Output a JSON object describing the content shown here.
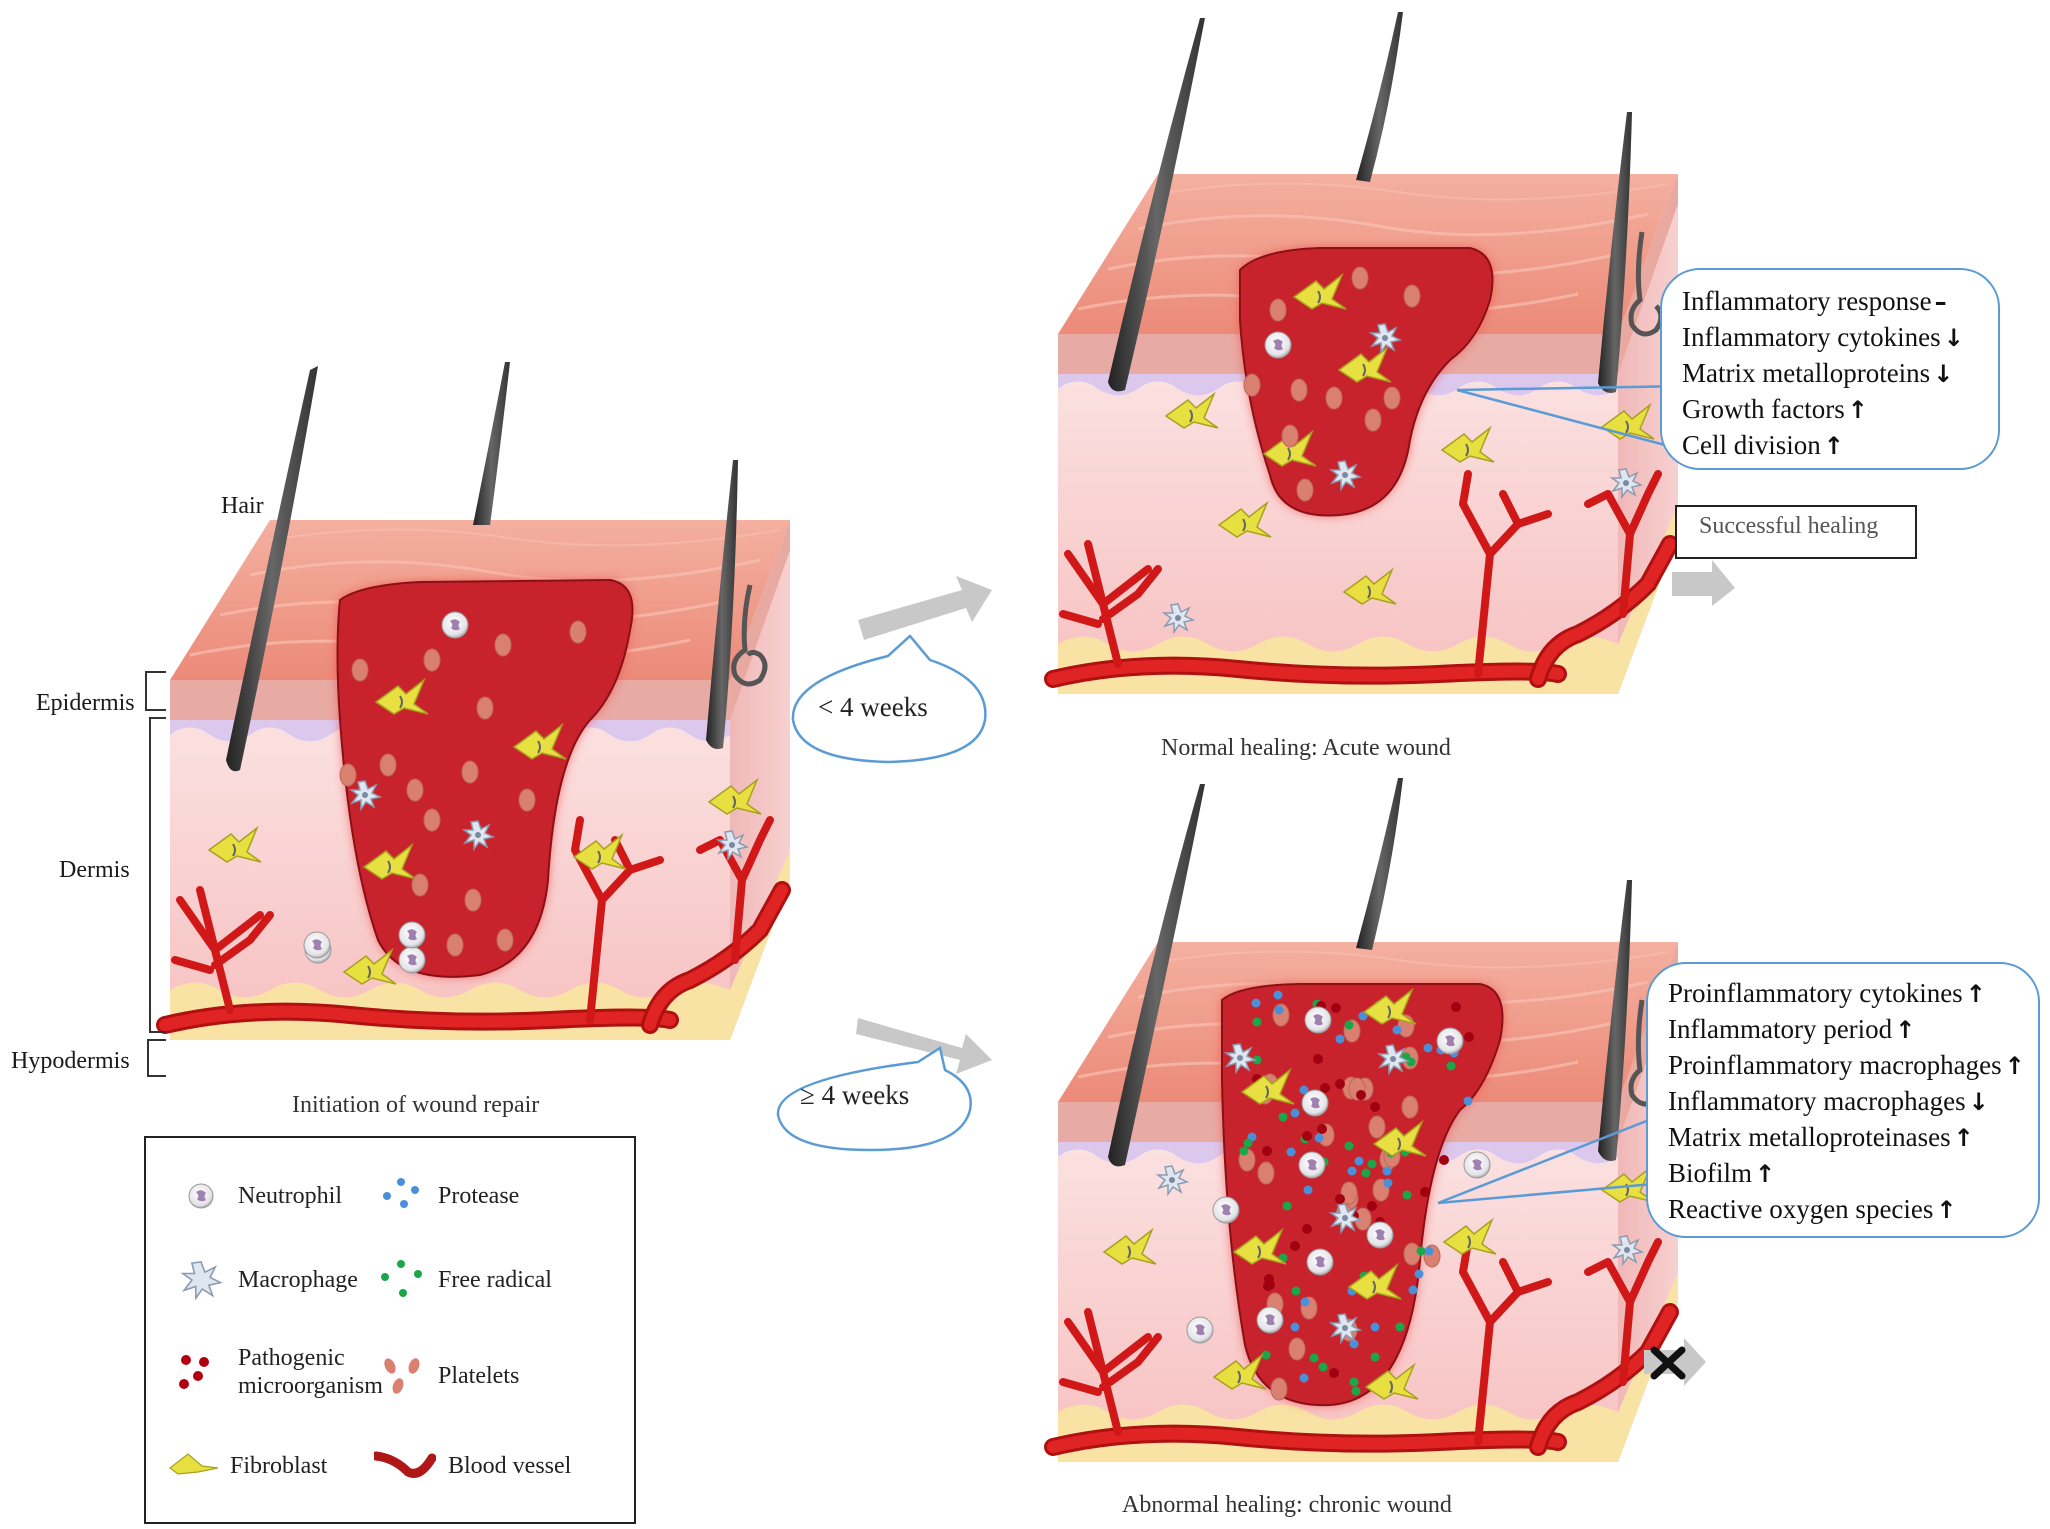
{
  "panels": {
    "initial": {
      "caption": "Initiation of wound repair",
      "hair_label": "Hair",
      "layer_labels": [
        "Epidermis",
        "Dermis",
        "Hypodermis"
      ]
    },
    "acute": {
      "caption": "Normal healing: Acute wound",
      "callout": [
        {
          "text": "Inflammatory response",
          "trend": "–"
        },
        {
          "text": "Inflammatory cytokines",
          "trend": "↓"
        },
        {
          "text": "Matrix metalloproteins",
          "trend": "↓"
        },
        {
          "text": "Growth factors",
          "trend": "↑"
        },
        {
          "text": "Cell  division",
          "trend": "↑"
        }
      ],
      "outcome": "Successful healing"
    },
    "chronic": {
      "caption": "Abnormal healing: chronic wound",
      "callout": [
        {
          "text": "Proinflammatory cytokines",
          "trend": "↑"
        },
        {
          "text": "Inflammatory period",
          "trend": "↑"
        },
        {
          "text": "Proinflammatory macrophages",
          "trend": "↑"
        },
        {
          "text": "Inflammatory macrophages",
          "trend": "↓"
        },
        {
          "text": "Matrix metalloproteinases",
          "trend": "↑"
        },
        {
          "text": "Biofilm",
          "trend": "↑"
        },
        {
          "text": "Reactive oxygen species",
          "trend": "↑"
        }
      ],
      "outcome_icon": "x-mark-icon"
    }
  },
  "transitions": {
    "short": "< 4 weeks",
    "long": "≥ 4 weeks"
  },
  "legend": {
    "items": [
      {
        "key": "neutrophil",
        "label": "Neutrophil"
      },
      {
        "key": "protease",
        "label": "Protease"
      },
      {
        "key": "macrophage",
        "label": "Macrophage"
      },
      {
        "key": "free-radical",
        "label": "Free radical"
      },
      {
        "key": "pathogen",
        "label": "Pathogenic\nmicroorganism"
      },
      {
        "key": "platelets",
        "label": "Platelets"
      },
      {
        "key": "fibroblast",
        "label": "Fibroblast"
      },
      {
        "key": "blood-vessel",
        "label": "Blood vessel"
      }
    ]
  },
  "colors": {
    "callout_border": "#5b9bd5",
    "wound": "#c8232c",
    "skin_top": "#f0a090",
    "dermis": "#f8c8c8",
    "hypodermis": "#f8e0a0",
    "vessel": "#d81e1e",
    "protease": "#4a90d9",
    "free_radical": "#1aa64a",
    "pathogen": "#a00010",
    "platelet": "#d98070",
    "fibroblast": "#e8e040",
    "arrow": "#c8c8c8"
  }
}
